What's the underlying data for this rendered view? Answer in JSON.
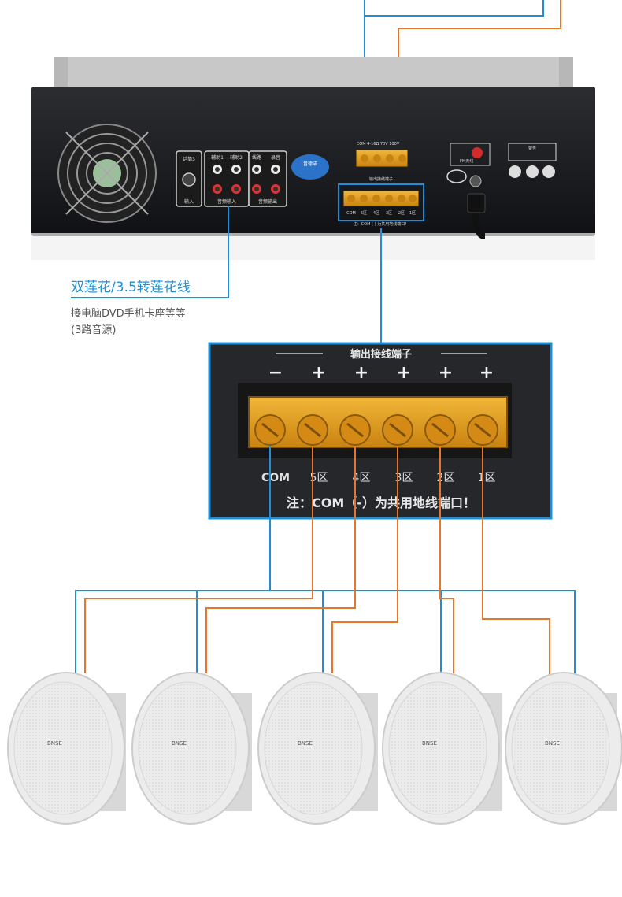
{
  "amplifier": {
    "panel_labels": {
      "mic3": "话筒3",
      "input": "输入",
      "aux1": "辅助1",
      "aux2": "辅助2",
      "line": "线路",
      "record": "录音",
      "aux_input": "音频输入",
      "audio_output": "音频输出",
      "badge": "音德诺",
      "voltage_strip": "COM 4-16Ω 70V 100V",
      "output_terminals": "输出接线端子",
      "zones_small": [
        "COM",
        "5区",
        "4区",
        "3区",
        "2区",
        "1区"
      ],
      "note_small": "注：COM (-) 为共用地线端口！",
      "fm": "FM天线",
      "warning": "警告"
    }
  },
  "callout": {
    "title": "双莲花/3.5转莲花线",
    "desc_line1": "接电脑DVD手机卡座等等",
    "desc_line2": "(3路音源)"
  },
  "terminal_zoom": {
    "header": "输出接线端子",
    "polarity": [
      "−",
      "+",
      "+",
      "+",
      "+",
      "+"
    ],
    "zones": [
      "COM",
      "5区",
      "4区",
      "3区",
      "2区",
      "1区"
    ],
    "note": "注：COM（-）为共用地线端口！"
  },
  "speakers": {
    "count": 5,
    "brand": "BNSE"
  },
  "colors": {
    "wire_blue": "#1e8fd6",
    "wire_orange": "#e9742b",
    "panel_dark": "#1a1c20",
    "terminal_amber": "#e8a21c"
  }
}
